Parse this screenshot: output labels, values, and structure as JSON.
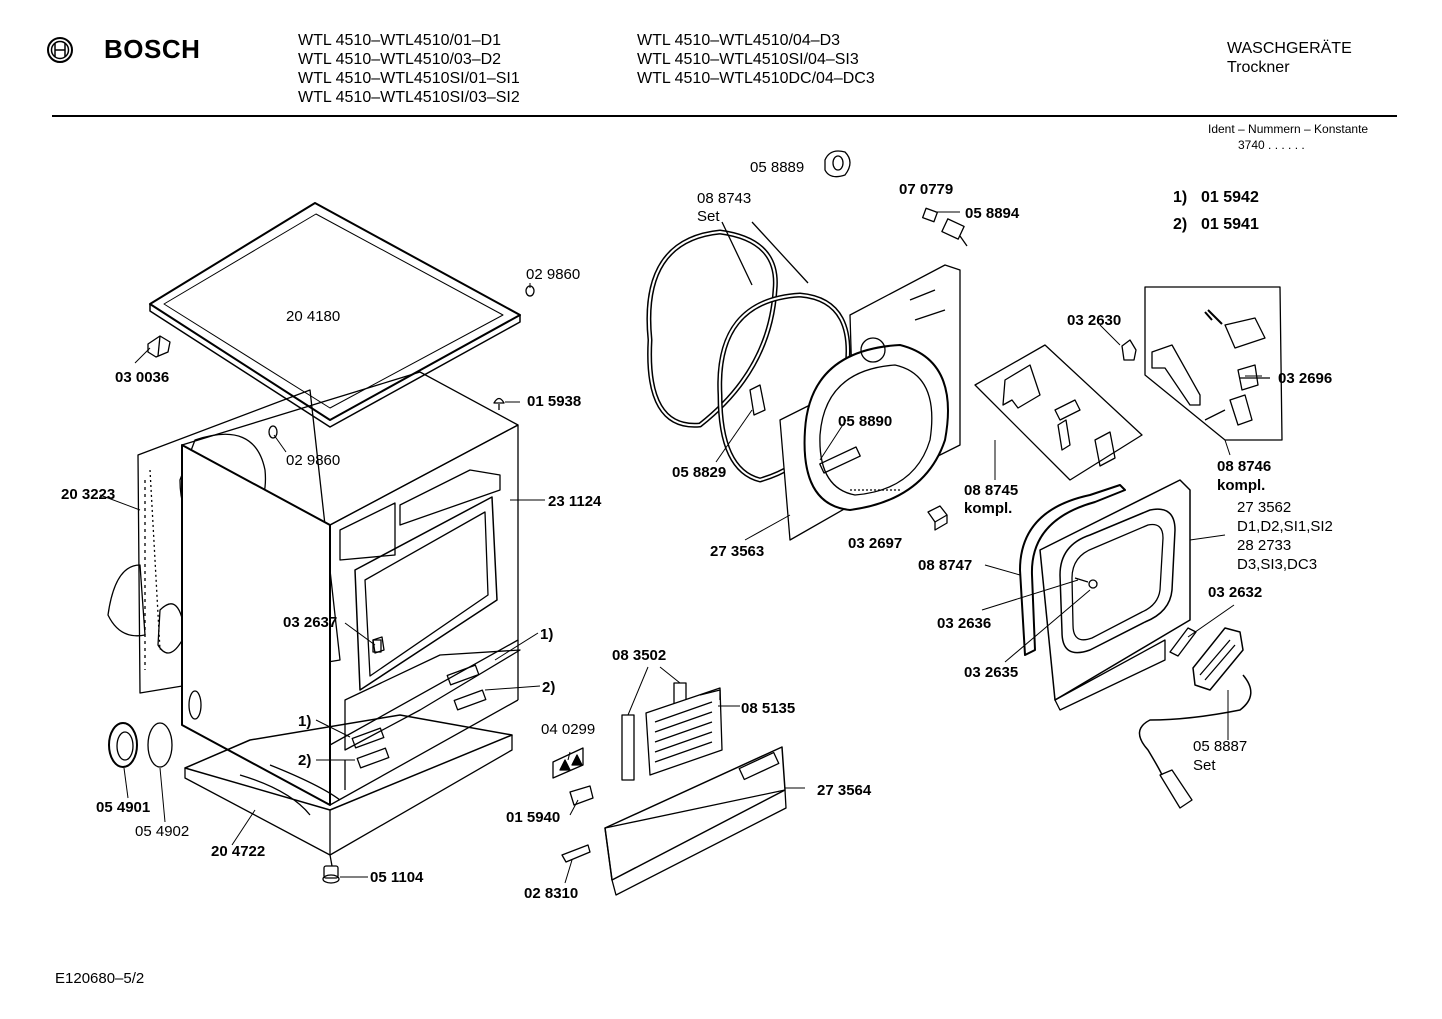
{
  "header": {
    "brand": "BOSCH",
    "models_left": [
      "WTL 4510–WTL4510/01–D1",
      "WTL 4510–WTL4510/03–D2",
      "WTL 4510–WTL4510SI/01–SI1",
      "WTL 4510–WTL4510SI/03–SI2"
    ],
    "models_right": [
      "WTL 4510–WTL4510/04–D3",
      "WTL 4510–WTL4510SI/04–SI3",
      "WTL 4510–WTL4510DC/04–DC3"
    ],
    "category": "WASCHGERÄTE",
    "subcategory": "Trockner"
  },
  "ident": {
    "title": "Ident – Nummern – Konstante",
    "value": "3740 . . . . . ."
  },
  "notes": [
    {
      "marker": "1)",
      "part": "01 5942"
    },
    {
      "marker": "2)",
      "part": "01 5941"
    }
  ],
  "labels": {
    "p_058889": "05 8889",
    "p_088743": "08 8743",
    "p_set1": "Set",
    "p_070779": "07 0779",
    "p_058894": "05 8894",
    "p_029860a": "02 9860",
    "p_204180": "20  4180",
    "p_030036": "03 0036",
    "p_015938": "01 5938",
    "p_029860b": "02 9860",
    "p_203223": "20 3223",
    "p_231124": "23 1124",
    "p_032630": "03 2630",
    "p_032696": "03 2696",
    "p_088746": "08 8746",
    "p_kompl1": "kompl.",
    "p_058890": "05 8890",
    "p_058829": "05 8829",
    "p_088745": "08 8745",
    "p_kompl2": "kompl.",
    "p_273563": "27 3563",
    "p_032697": "03 2697",
    "p_273562": "27 3562",
    "p_var1": "D1,D2,SI1,SI2",
    "p_282733": "28 2733",
    "p_var2": "D3,SI3,DC3",
    "p_088747": "08 8747",
    "p_032637": "03 2637",
    "p_note1a": "1)",
    "p_note2a": "2)",
    "p_note1b": "1)",
    "p_note2b": "2)",
    "p_083502": "08 3502",
    "p_032636": "03 2636",
    "p_032635": "03 2635",
    "p_032632": "03 2632",
    "p_085135": "08 5135",
    "p_040299": "04 0299",
    "p_054901": "05 4901",
    "p_054902": "05 4902",
    "p_204722": "20 4722",
    "p_015940": "01 5940",
    "p_273564": "27 3564",
    "p_058887": "05 8887",
    "p_set2": "Set",
    "p_051104": "05 1104",
    "p_028310": "02 8310"
  },
  "footer": {
    "code": "E120680–5/2"
  }
}
